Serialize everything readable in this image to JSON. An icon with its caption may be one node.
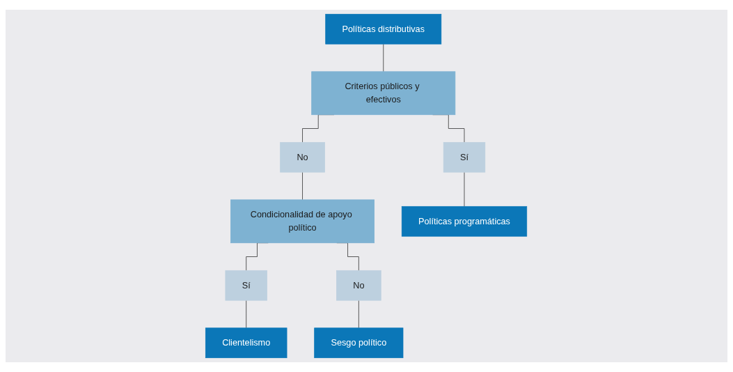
{
  "diagram": {
    "nodes": [
      {
        "text": [
          "Políticas distributivas"
        ]
      },
      {
        "text": [
          "Criterios públicos y efectivos"
        ]
      },
      {
        "text": [
          "Sí"
        ]
      },
      {
        "text": [
          "No"
        ]
      },
      {
        "text": [
          "Condicionalidad de apoyo político"
        ]
      },
      {
        "text": [
          "Sí"
        ]
      },
      {
        "text": [
          "No"
        ]
      },
      {
        "text": [
          "Políticas programáticas"
        ]
      },
      {
        "text": [
          "Clientelismo"
        ]
      },
      {
        "text": [
          "Sesgo político"
        ]
      }
    ],
    "edges": [
      {
        "from": 0,
        "to": 1,
        "arrow": "none"
      },
      {
        "from": 1,
        "to": 2,
        "arrow": "none"
      },
      {
        "from": 1,
        "to": 3,
        "arrow": "none"
      },
      {
        "from": 3,
        "to": 4,
        "arrow": "none"
      },
      {
        "from": 4,
        "to": 5,
        "arrow": "none"
      },
      {
        "from": 4,
        "to": 6,
        "arrow": "none"
      },
      {
        "from": 2,
        "to": 7,
        "arrow": "none"
      },
      {
        "from": 5,
        "to": 8,
        "arrow": "none"
      },
      {
        "from": 6,
        "to": 9,
        "arrow": "none"
      }
    ]
  }
}
